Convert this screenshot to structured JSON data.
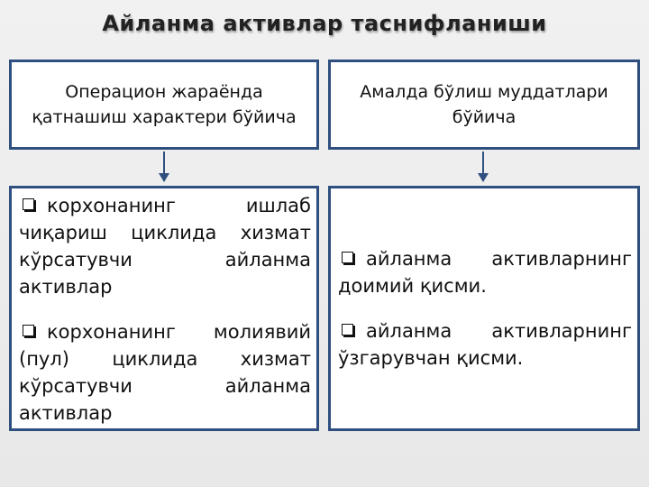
{
  "title": "Айланма активлар таснифланиши",
  "left": {
    "heading": "Операцион жараёнда қатнашиш характери бўйича",
    "items": [
      "корхонанинг ишлаб чиқариш циклида хизмат кўрсатувчи айланма активлар",
      "корхонанинг молиявий (пул) циклида хизмат кўрсатувчи айланма активлар"
    ]
  },
  "right": {
    "heading": "Амалда бўлиш муддатлари бўйича",
    "items": [
      "айланма активларнинг доимий қисми.",
      "айланма активларнинг ўзгарувчан қисми."
    ]
  },
  "colors": {
    "border": "#2f4f7f",
    "background": "#ececec",
    "box": "#ffffff"
  },
  "icons": {
    "bullet": "checkbox-bullet-icon",
    "connector": "arrow-down-icon"
  }
}
